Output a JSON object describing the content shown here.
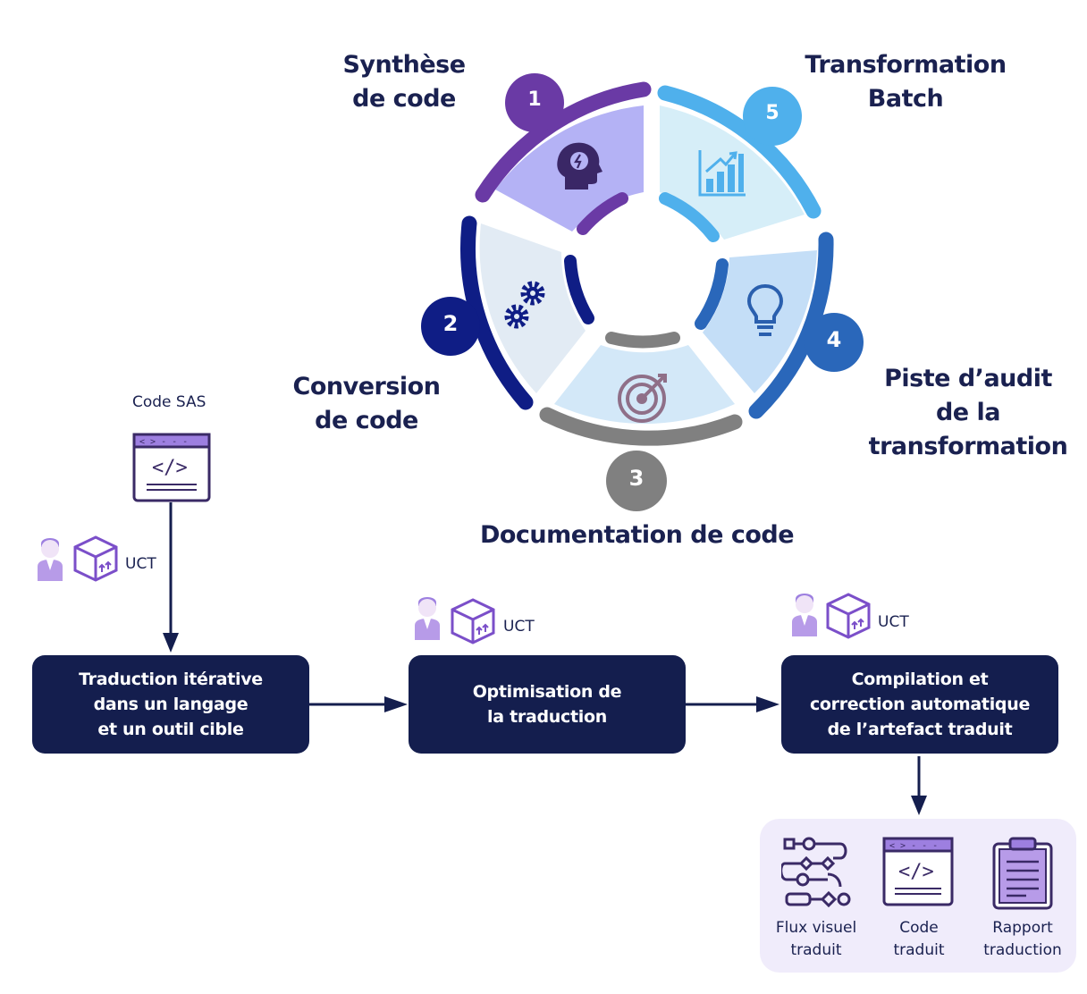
{
  "wheel": {
    "segments": [
      {
        "number": "1",
        "label": "Synthèse\nde code",
        "icon": "head-bulb-icon",
        "color": "#6a3aa5",
        "fill": "#b4b2f5"
      },
      {
        "number": "2",
        "label": "Conversion\nde code",
        "icon": "gears-icon",
        "color": "#0f1d85",
        "fill": "#e2ebf4"
      },
      {
        "number": "3",
        "label": "Documentation de code",
        "icon": "target-icon",
        "color": "#808080",
        "fill": "#d3e8f8"
      },
      {
        "number": "4",
        "label": "Piste d’audit\nde la\ntransformation",
        "icon": "lightbulb-icon",
        "color": "#2a67ba",
        "fill": "#c4def7"
      },
      {
        "number": "5",
        "label": "Transformation\nBatch",
        "icon": "bar-chart-icon",
        "color": "#4fb0ec",
        "fill": "#d6eef8"
      }
    ]
  },
  "flow": {
    "source_label": "Code SAS",
    "uct_label": "UCT",
    "steps": [
      {
        "label": "Traduction itérative\ndans un langage\net un outil cible"
      },
      {
        "label": "Optimisation de\nla traduction"
      },
      {
        "label": "Compilation et\ncorrection automatique\nde l’artefact traduit"
      }
    ]
  },
  "outputs": [
    {
      "label": "Flux visuel\ntraduit",
      "icon": "flowchart-icon"
    },
    {
      "label": "Code\ntraduit",
      "icon": "code-window-icon"
    },
    {
      "label": "Rapport\ntraduction",
      "icon": "clipboard-report-icon"
    }
  ],
  "colors": {
    "navy": "#141e4e",
    "purple": "#7b4fc9"
  }
}
